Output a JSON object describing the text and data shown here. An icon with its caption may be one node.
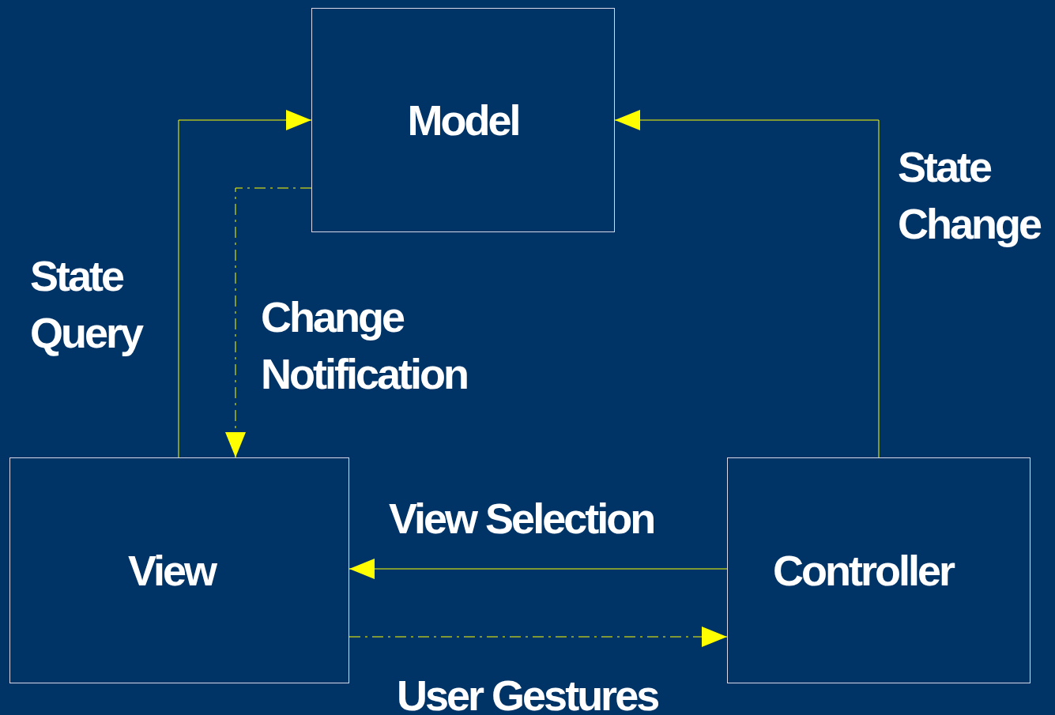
{
  "diagram": {
    "nodes": [
      {
        "text": [
          "Model"
        ]
      },
      {
        "text": [
          "View"
        ]
      },
      {
        "text": [
          "Controller"
        ]
      }
    ],
    "edges": [
      {
        "from": 1,
        "to": 0,
        "arrow": "to",
        "label": "State Query"
      },
      {
        "from": 0,
        "to": 1,
        "arrow": "to",
        "label": "Change Notification",
        "style": "dashed"
      },
      {
        "from": 2,
        "to": 0,
        "arrow": "to",
        "label": "State Change"
      },
      {
        "from": 2,
        "to": 1,
        "arrow": "to",
        "label": "View Selection"
      },
      {
        "from": 1,
        "to": 2,
        "arrow": "to",
        "label": "User Gestures",
        "style": "dashed"
      }
    ]
  }
}
